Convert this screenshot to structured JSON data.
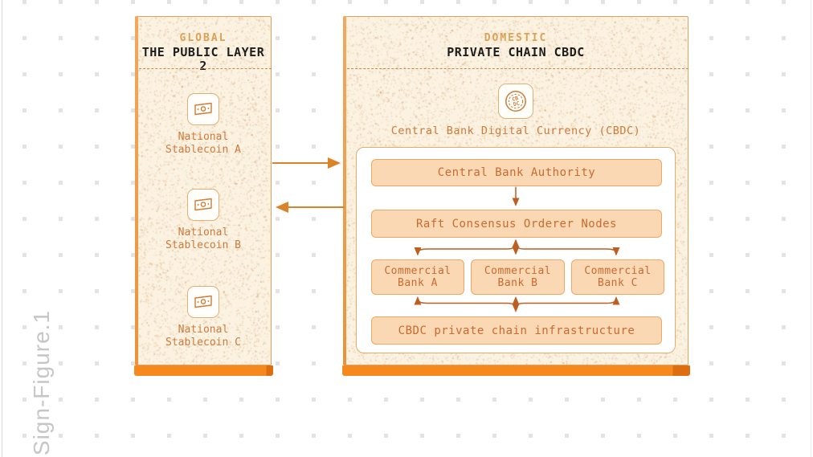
{
  "figure_label": "Sign-Figure.1",
  "palette": {
    "accent_orange": "#F6891E",
    "panel_background": "#FBF2E1",
    "box_fill": "#FBD8B4",
    "box_border": "#F0A763",
    "box_text": "#C96A2F",
    "kicker_text": "#DFA055",
    "title_text": "#1D1D1D",
    "arrow_internal": "#BC5F21",
    "arrow_external": "#DC8328",
    "grid_dot": "#E3E3E3",
    "caption_text": "#C6C6C6"
  },
  "left_panel": {
    "kicker": "GLOBAL",
    "title": "THE PUBLIC LAYER 2",
    "items": [
      {
        "icon": "banknote-icon",
        "line1": "National",
        "line2": "Stablecoin A"
      },
      {
        "icon": "banknote-icon",
        "line1": "National",
        "line2": "Stablecoin B"
      },
      {
        "icon": "banknote-icon",
        "line1": "National",
        "line2": "Stablecoin C"
      }
    ]
  },
  "right_panel": {
    "kicker": "DOMESTIC",
    "title": "PRIVATE CHAIN CBDC",
    "cbdc": {
      "icon": "coin-icon",
      "coin_top": "CB",
      "coin_bottom": "DC",
      "label": "Central Bank Digital Currency (CBDC)"
    },
    "flow": {
      "authority": "Central Bank Authority",
      "orderer": "Raft Consensus Orderer Nodes",
      "banks": [
        {
          "line1": "Commercial",
          "line2": "Bank A"
        },
        {
          "line1": "Commercial",
          "line2": "Bank B"
        },
        {
          "line1": "Commercial",
          "line2": "Bank C"
        }
      ],
      "infrastructure": "CBDC private chain infrastructure"
    }
  }
}
